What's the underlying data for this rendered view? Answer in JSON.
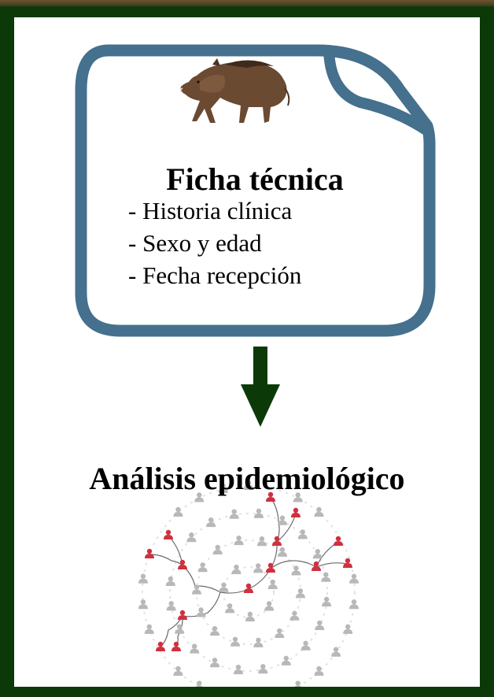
{
  "card": {
    "icon": "wild-boar-icon",
    "title": "Ficha técnica",
    "items": [
      "- Historia clínica",
      "- Sexo y edad",
      "- Fecha recepción"
    ]
  },
  "arrow": {
    "icon": "down-arrow-icon"
  },
  "analysis": {
    "title": "Análisis epidemiológico",
    "icon": "contact-network-icon"
  },
  "colors": {
    "background": "#0b3a08",
    "panel": "#ffffff",
    "card_border": "#45708e",
    "arrow": "#0b3a08",
    "node_highlight": "#d0303f",
    "node_default": "#b8b8b8"
  }
}
